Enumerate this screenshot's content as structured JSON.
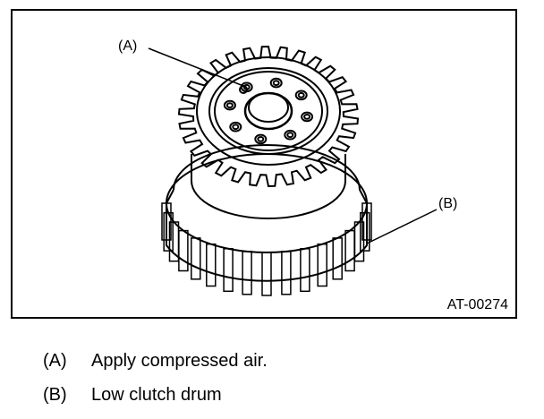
{
  "figure": {
    "id": "AT-00274",
    "callouts": [
      {
        "key": "(A)"
      },
      {
        "key": "(B)"
      }
    ]
  },
  "legend": [
    {
      "key": "(A)",
      "text": "Apply compressed air."
    },
    {
      "key": "(B)",
      "text": "Low clutch drum"
    }
  ]
}
